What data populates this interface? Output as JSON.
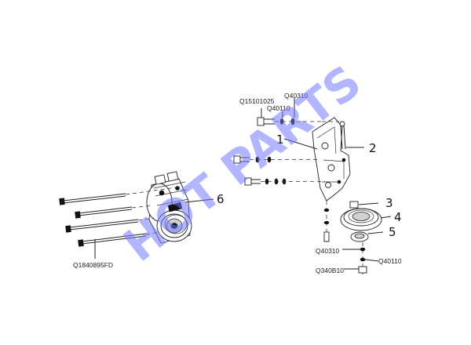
{
  "part_codes": {
    "bolt_top": "Q15101025",
    "washer_top": "Q40310",
    "nut_top": "Q40110",
    "washer_lower": "Q40310",
    "nut_lower": "Q40110",
    "nut_bottom": "Q340B10",
    "long_bolt": "Q1840895FD"
  },
  "callouts": [
    "1",
    "2",
    "3",
    "4",
    "5",
    "6"
  ],
  "watermark": "HOT PARTS",
  "colors": {
    "watermark": "#7378ff",
    "line": "#222222",
    "background": "#ffffff"
  }
}
